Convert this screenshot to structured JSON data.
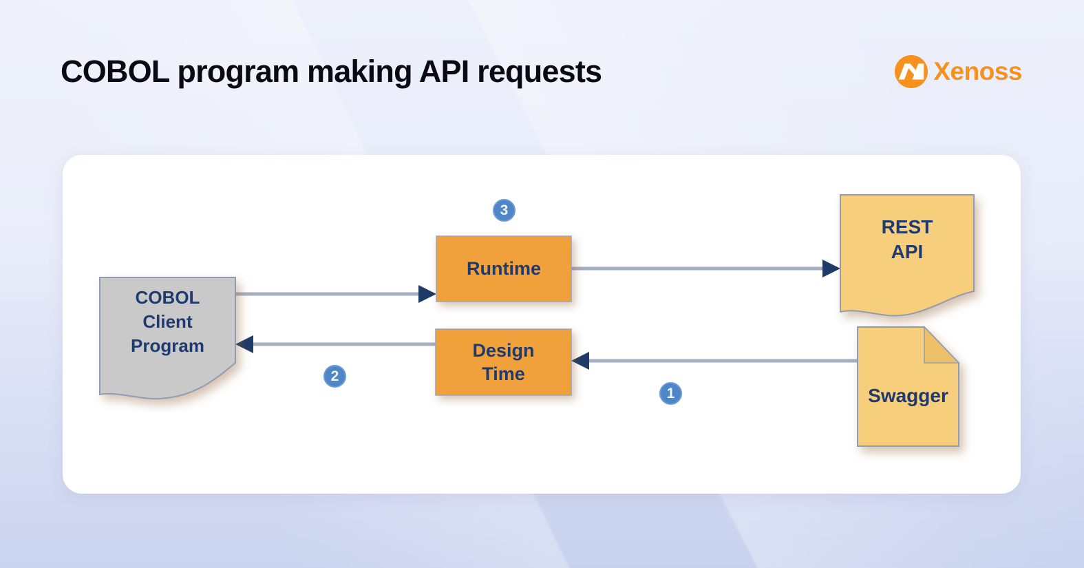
{
  "page": {
    "title": "COBOL program making API requests"
  },
  "brand": {
    "name": "Xenoss",
    "color": "#f7911d",
    "mark_icon": "xenoss-n-circle-icon"
  },
  "diagram": {
    "cobol": {
      "lines": [
        "COBOL",
        "Client",
        "Program"
      ],
      "shape": "document",
      "fill": "#c9c9c9"
    },
    "runtime": {
      "label": "Runtime",
      "shape": "process-box",
      "fill": "#f0a13c"
    },
    "design": {
      "lines": [
        "Design",
        "Time"
      ],
      "shape": "process-box",
      "fill": "#f0a13c"
    },
    "rest": {
      "lines": [
        "REST",
        "API"
      ],
      "shape": "document",
      "fill": "#f6ce7c"
    },
    "swagger": {
      "label": "Swagger",
      "shape": "file-folded-corner",
      "fill": "#f6ce7c"
    },
    "badges": {
      "one": "1",
      "two": "2",
      "three": "3"
    },
    "edges": [
      {
        "from": "cobol",
        "to": "runtime"
      },
      {
        "from": "runtime",
        "to": "rest"
      },
      {
        "from": "design",
        "to": "cobol"
      },
      {
        "from": "swagger",
        "to": "design"
      }
    ],
    "colors": {
      "label_navy": "#1e3a6e",
      "arrow_line": "#a6aec2",
      "arrowhead_navy": "#1e3a66",
      "badge_blue": "#4e86c8",
      "border_slate": "#909cb4"
    }
  }
}
